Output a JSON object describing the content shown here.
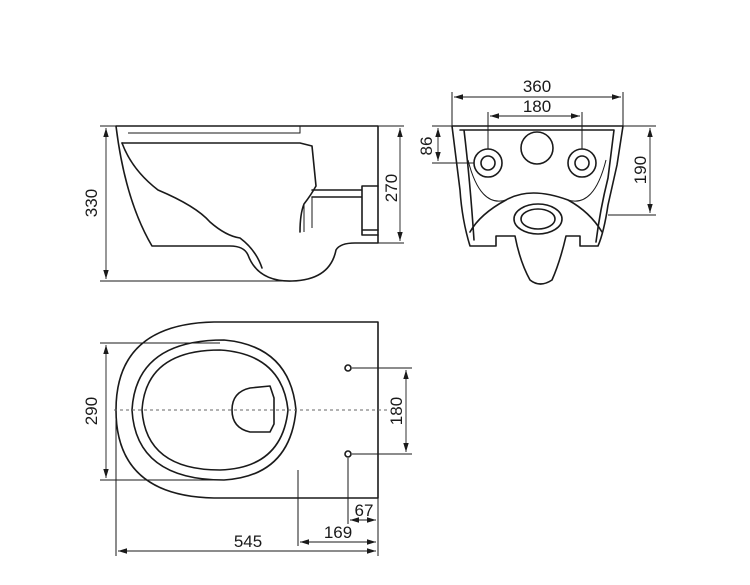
{
  "dimensions": {
    "side_height_total": "330",
    "side_height_inner": "270",
    "front_width": "360",
    "front_hole_spacing": "180",
    "front_hole_height": "86",
    "front_height": "190",
    "top_width": "290",
    "top_bolt_spacing": "180",
    "top_length": "545",
    "top_rear_to_outlet": "169",
    "top_rear_to_bolts": "67"
  }
}
